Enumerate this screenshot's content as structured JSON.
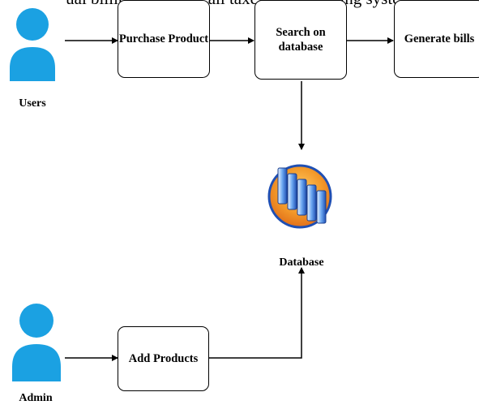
{
  "caption": "ual billing including all taxes and invoicing system",
  "actors": {
    "users": {
      "label": "Users",
      "icon": "user-icon"
    },
    "admin": {
      "label": "Admin",
      "icon": "user-icon"
    }
  },
  "nodes": {
    "purchase_product": "Purchase Product",
    "search_database_line1": "Search on",
    "search_database_line2": "database",
    "generate_bills": "Generate bills",
    "add_products": "Add Products"
  },
  "database": {
    "label": "Database",
    "icon": "database-server-icon"
  },
  "colors": {
    "person": "#1ba1e2",
    "db_orange": "#f08a1c",
    "db_blue": "#2b63c6",
    "line": "#000000"
  }
}
